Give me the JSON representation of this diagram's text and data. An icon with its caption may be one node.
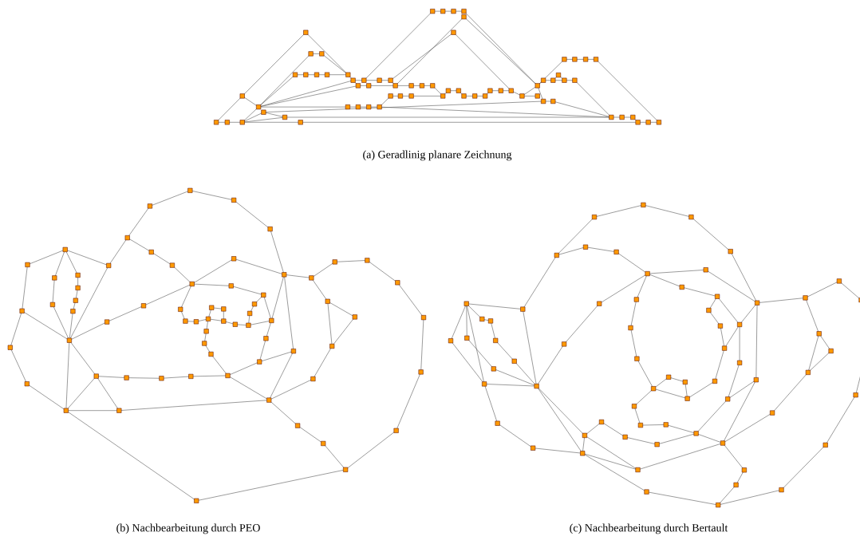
{
  "diagram": {
    "labels": [
      "(a) Geradlinig planare Zeichnung",
      "(b) Nachbearbeitung durch PEO",
      "(c) Nachbearbeitung durch Bertault"
    ]
  }
}
